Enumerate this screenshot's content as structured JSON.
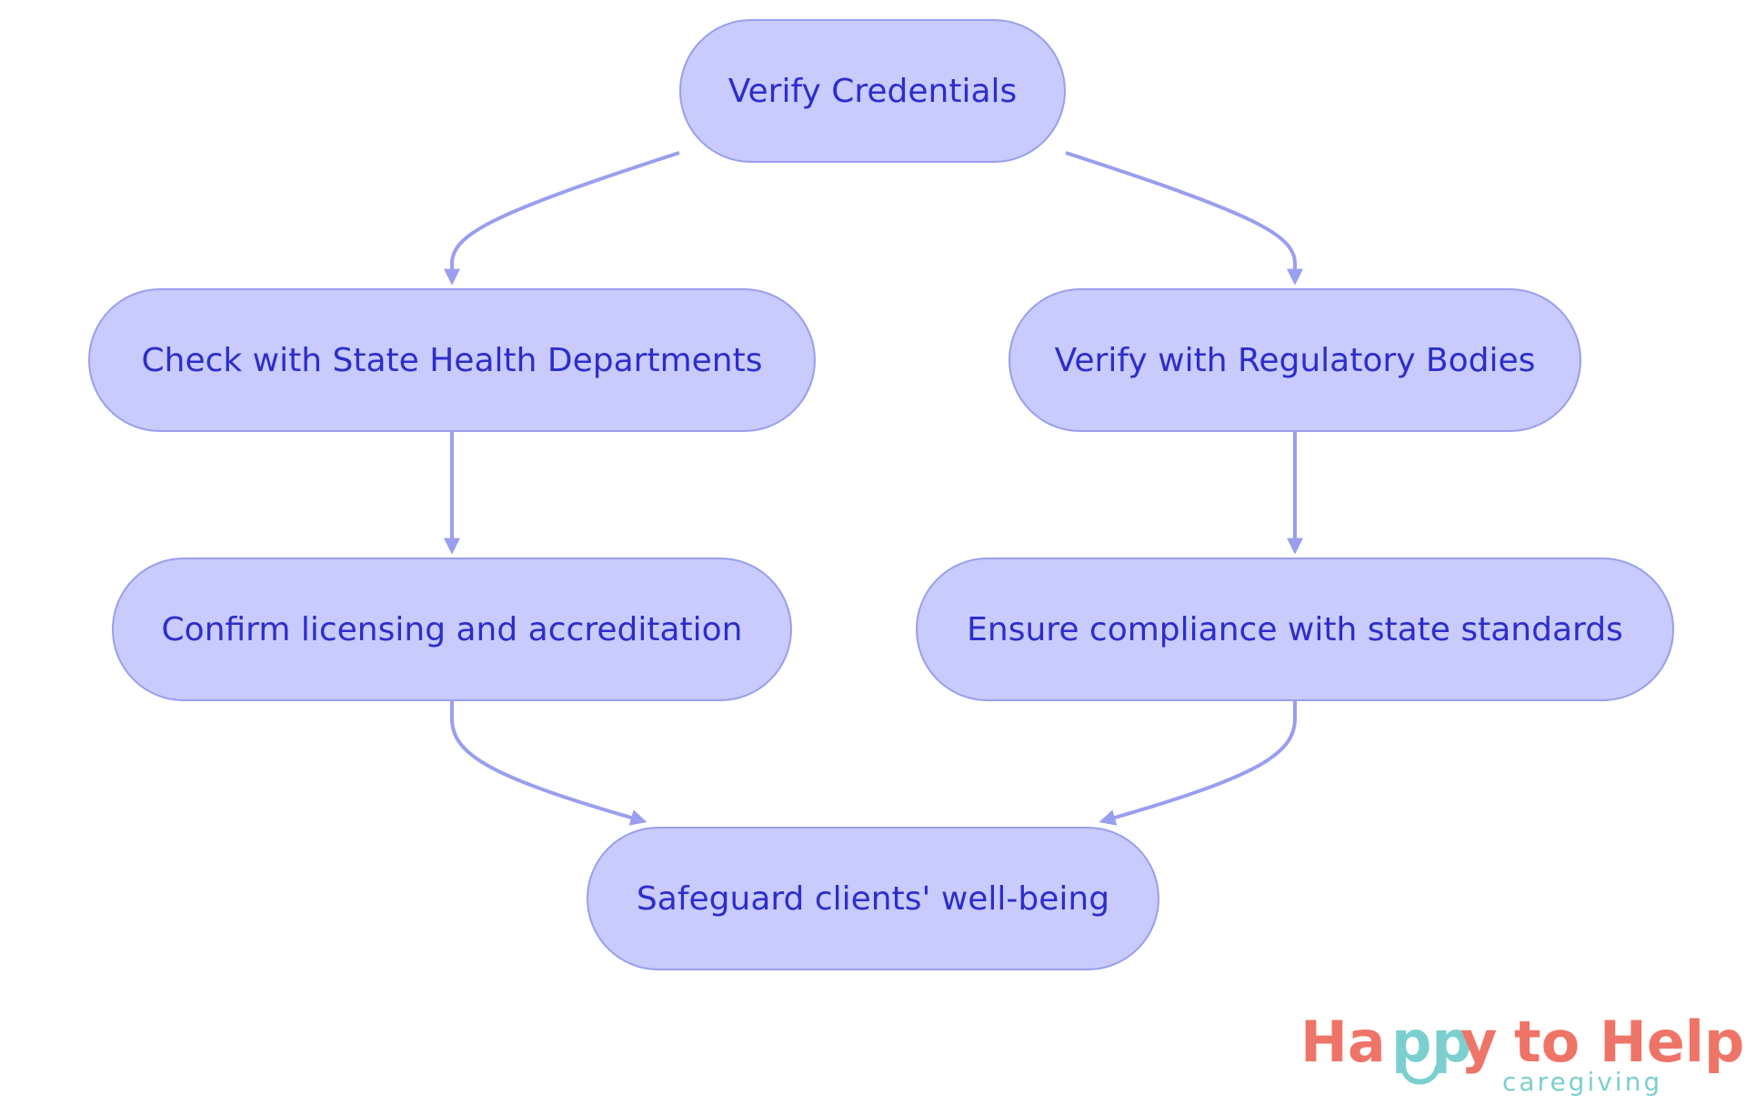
{
  "nodes": {
    "verify_credentials": "Verify Credentials",
    "check_state_health": "Check with State Health Departments",
    "verify_regulatory": "Verify with Regulatory Bodies",
    "confirm_licensing": "Confirm licensing and accreditation",
    "ensure_compliance": "Ensure compliance with state standards",
    "safeguard_clients": "Safeguard clients' well-being"
  },
  "edges": [
    {
      "from": "verify_credentials",
      "to": "check_state_health"
    },
    {
      "from": "verify_credentials",
      "to": "verify_regulatory"
    },
    {
      "from": "check_state_health",
      "to": "confirm_licensing"
    },
    {
      "from": "verify_regulatory",
      "to": "ensure_compliance"
    },
    {
      "from": "confirm_licensing",
      "to": "safeguard_clients"
    },
    {
      "from": "ensure_compliance",
      "to": "safeguard_clients"
    }
  ],
  "logo": {
    "text_ha": "Ha",
    "text_pp": "pp",
    "text_y": "y",
    "text_to_help": "to Help",
    "subtitle": "caregiving"
  },
  "colors": {
    "node_fill": "#c8cbfb",
    "node_border": "#9a9eee",
    "node_text": "#2d2dcc",
    "edge": "#9a9eee",
    "logo_coral": "#ef7468",
    "logo_teal": "#7ccfcf"
  }
}
